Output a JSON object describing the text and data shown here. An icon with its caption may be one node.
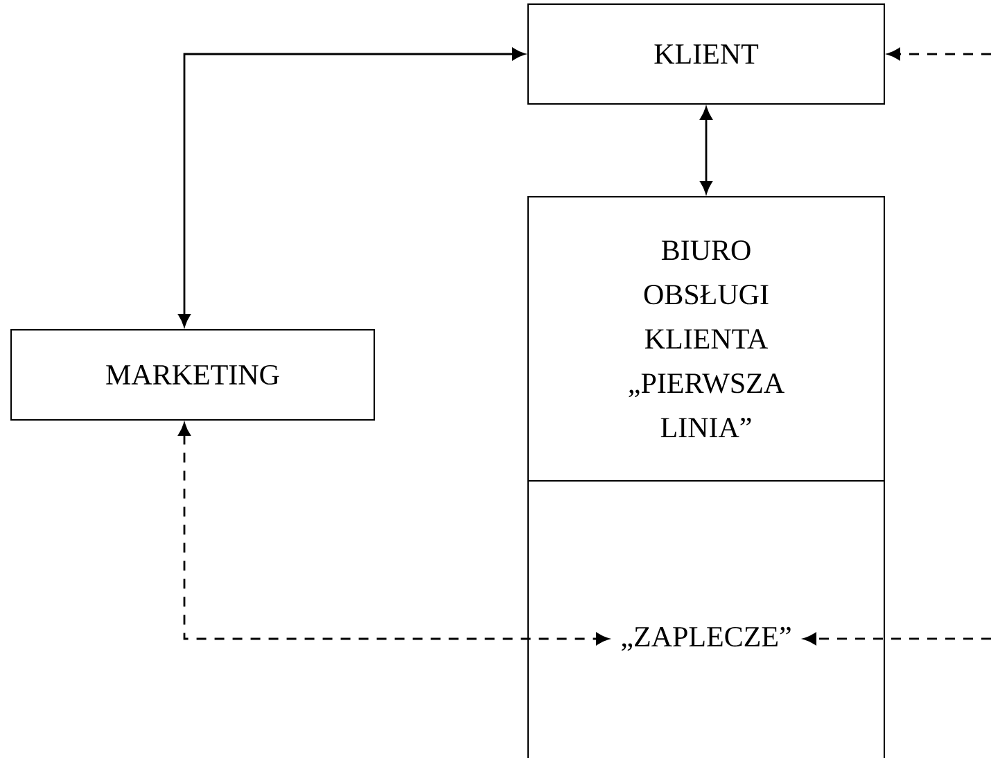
{
  "diagram": {
    "nodes": [
      {
        "text": [
          "KLIENT"
        ]
      },
      {
        "text": [
          "BIURO OBSŁUGI KLIENTA „PIERWSZA LINIA”"
        ]
      },
      {
        "text": [
          "„ZAPLECZE”"
        ]
      },
      {
        "text": [
          "MARKETING"
        ]
      }
    ],
    "edges": [
      {
        "from": 3,
        "to": 0,
        "arrow": "both"
      },
      {
        "from": 0,
        "to": 1,
        "arrow": "both"
      },
      {
        "from": 3,
        "to": 2,
        "arrow": "both",
        "style": "dashed"
      },
      {
        "from": null,
        "to": 0,
        "arrow": "to",
        "style": "dashed"
      },
      {
        "from": null,
        "to": 2,
        "arrow": "to",
        "style": "dashed"
      }
    ]
  }
}
